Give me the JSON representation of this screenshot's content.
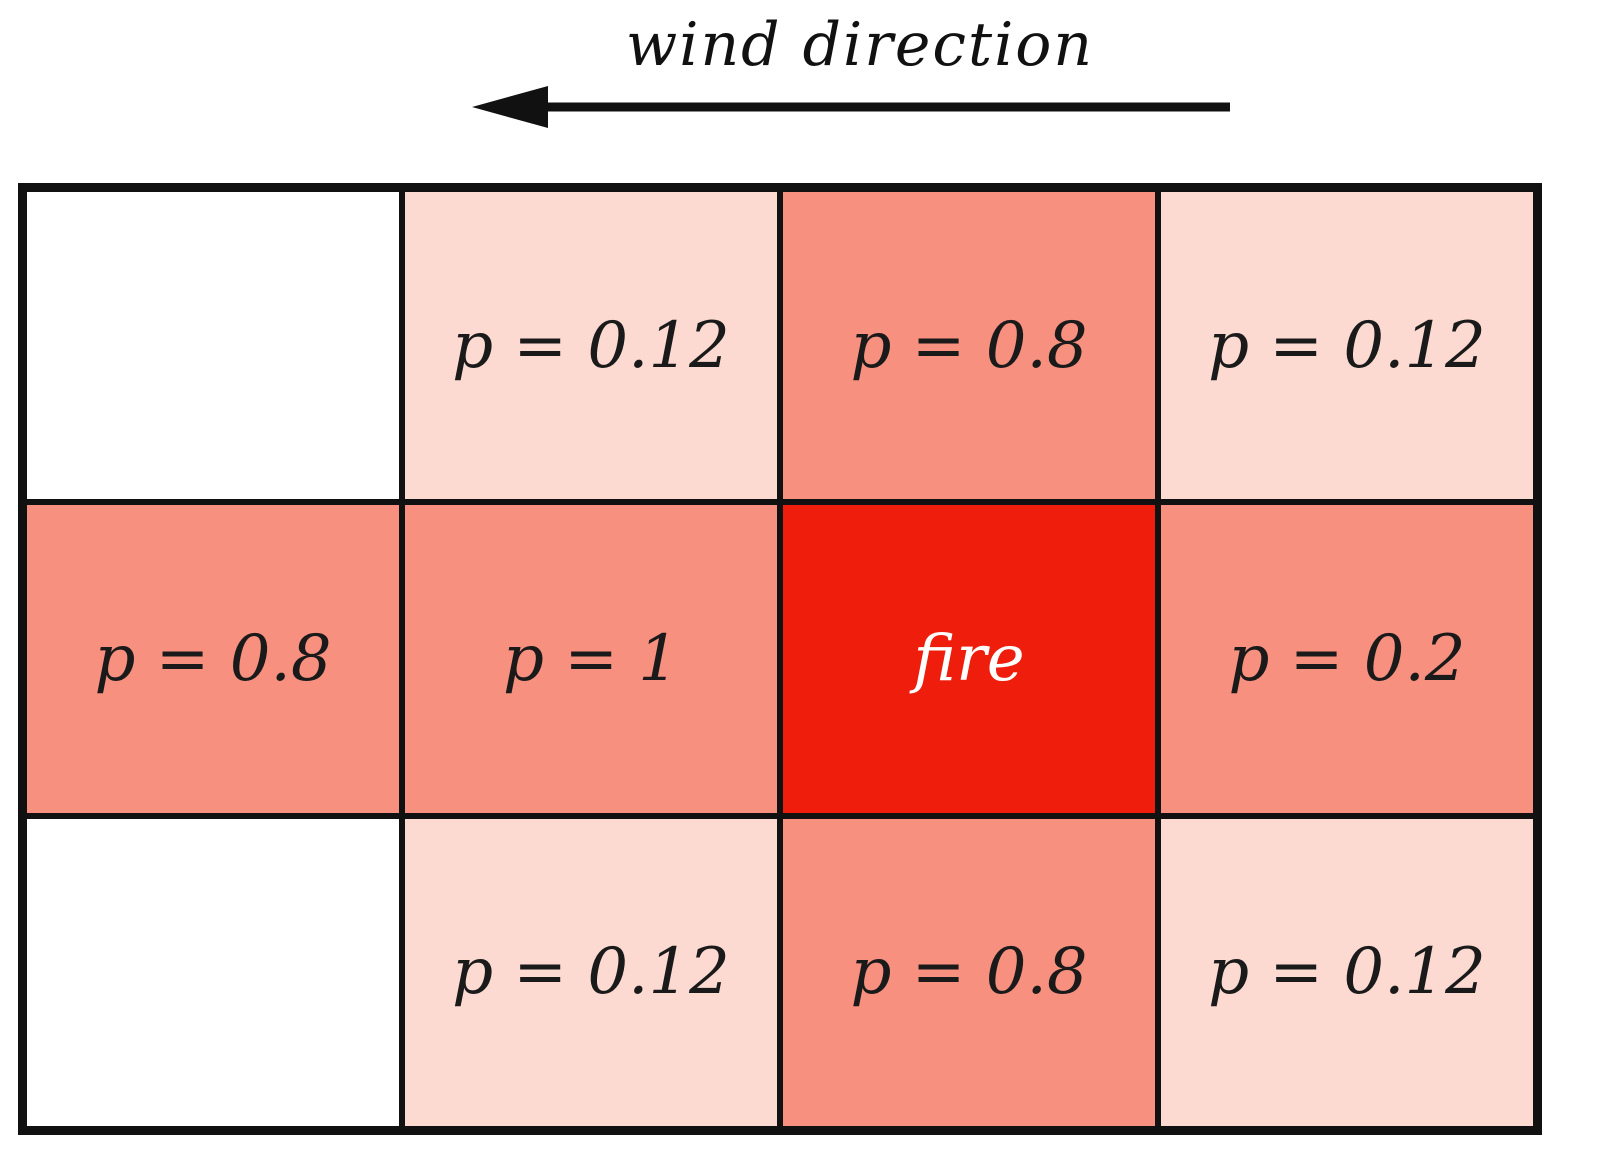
{
  "header": {
    "wind_label": "wind direction"
  },
  "colors": {
    "empty": "#ffffff",
    "light_pink": "#fcdad1",
    "salmon": "#f8907f",
    "fire_red": "#ee1d0c",
    "text_dark": "#1a1a1a",
    "text_light": "#ffffff",
    "border": "#111111"
  },
  "grid": {
    "rows": 3,
    "cols": 4,
    "cells": [
      {
        "label": "",
        "bg": "#ffffff",
        "fg": "#1a1a1a"
      },
      {
        "label": "p = 0.12",
        "bg": "#fcdad1",
        "fg": "#1a1a1a"
      },
      {
        "label": "p = 0.8",
        "bg": "#f8907f",
        "fg": "#1a1a1a"
      },
      {
        "label": "p = 0.12",
        "bg": "#fcdad1",
        "fg": "#1a1a1a"
      },
      {
        "label": "p = 0.8",
        "bg": "#f8907f",
        "fg": "#1a1a1a"
      },
      {
        "label": "p = 1",
        "bg": "#f8907f",
        "fg": "#1a1a1a"
      },
      {
        "label": "fire",
        "bg": "#ee1d0c",
        "fg": "#ffffff"
      },
      {
        "label": "p = 0.2",
        "bg": "#f8907f",
        "fg": "#1a1a1a"
      },
      {
        "label": "",
        "bg": "#ffffff",
        "fg": "#1a1a1a"
      },
      {
        "label": "p = 0.12",
        "bg": "#fcdad1",
        "fg": "#1a1a1a"
      },
      {
        "label": "p = 0.8",
        "bg": "#f8907f",
        "fg": "#1a1a1a"
      },
      {
        "label": "p = 0.12",
        "bg": "#fcdad1",
        "fg": "#1a1a1a"
      }
    ]
  }
}
